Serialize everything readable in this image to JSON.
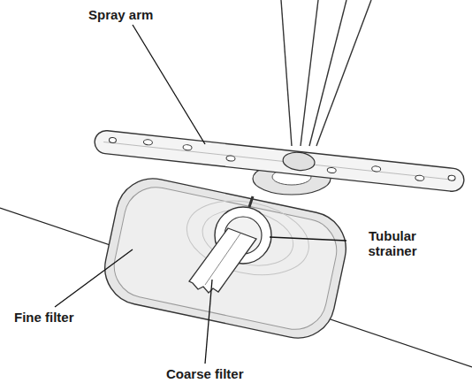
{
  "diagram": {
    "labels": [
      "Spray arm",
      "Tubular strainer",
      "Fine filter",
      "Coarse filter"
    ]
  }
}
